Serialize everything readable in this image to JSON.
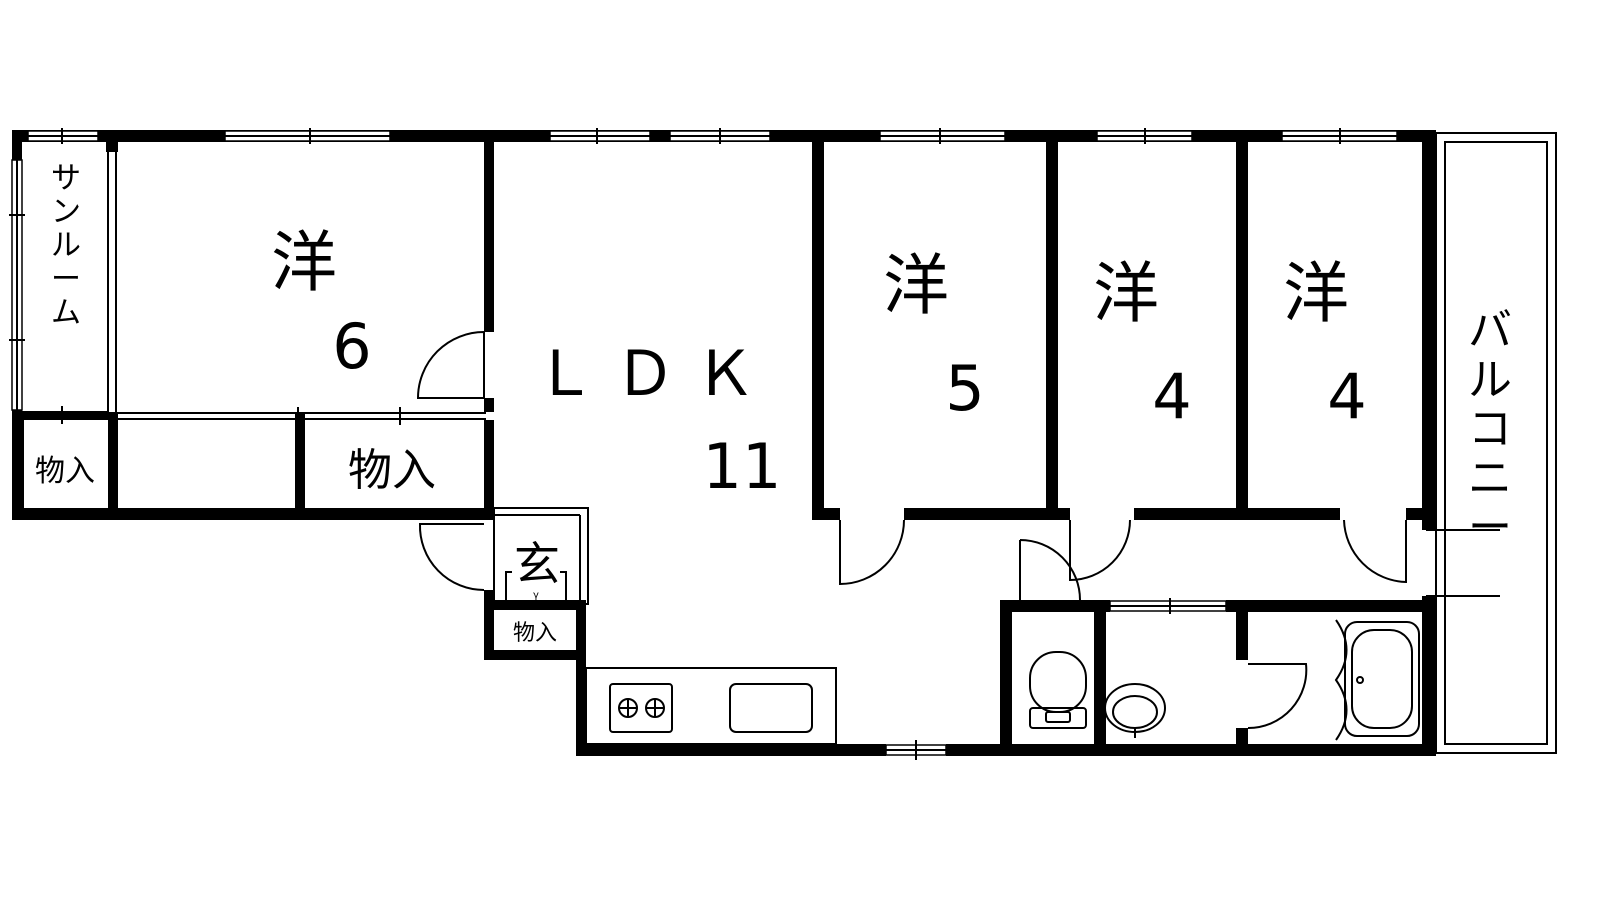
{
  "rooms": {
    "sunroom": "サンルーム",
    "western_6": {
      "kanji": "洋",
      "size": "6"
    },
    "ldk": {
      "name": "ＬＤＫ",
      "size": "11"
    },
    "western_5": {
      "kanji": "洋",
      "size": "5"
    },
    "western_4a": {
      "kanji": "洋",
      "size": "4"
    },
    "western_4b": {
      "kanji": "洋",
      "size": "4"
    },
    "balcony": "バルコニー",
    "storage_small": "物入",
    "storage_large": "物入",
    "storage_entry": "物入",
    "entrance": "玄"
  }
}
